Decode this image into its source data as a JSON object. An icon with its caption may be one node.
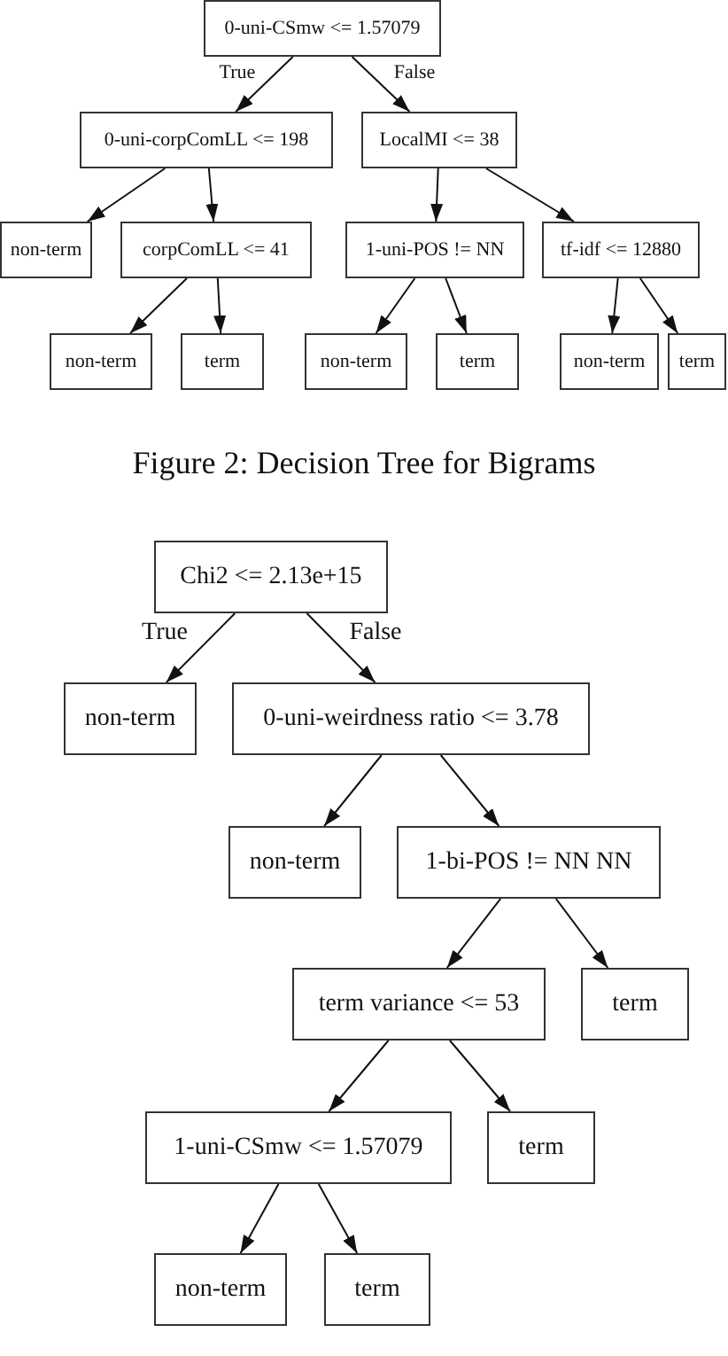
{
  "diagram": {
    "caption": "Figure 2: Decision Tree for Bigrams",
    "nodes": [
      {
        "text": [
          "0-uni-CSmw <= 1.57079"
        ]
      },
      {
        "text": [
          "0-uni-corpComLL <= 198"
        ]
      },
      {
        "text": [
          "LocalMI <= 38"
        ]
      },
      {
        "text": [
          "non-term"
        ]
      },
      {
        "text": [
          "corpComLL <= 41"
        ]
      },
      {
        "text": [
          "1-uni-POS != NN"
        ]
      },
      {
        "text": [
          "tf-idf <= 12880"
        ]
      },
      {
        "text": [
          "non-term"
        ]
      },
      {
        "text": [
          "term"
        ]
      },
      {
        "text": [
          "non-term"
        ]
      },
      {
        "text": [
          "term"
        ]
      },
      {
        "text": [
          "non-term"
        ]
      },
      {
        "text": [
          "term"
        ]
      },
      {
        "text": [
          "Chi2 <= 2.13e+15"
        ]
      },
      {
        "text": [
          "non-term"
        ]
      },
      {
        "text": [
          "0-uni-weirdness ratio <= 3.78"
        ]
      },
      {
        "text": [
          "non-term"
        ]
      },
      {
        "text": [
          "1-bi-POS != NN NN"
        ]
      },
      {
        "text": [
          "term variance <= 53"
        ]
      },
      {
        "text": [
          "term"
        ]
      },
      {
        "text": [
          "1-uni-CSmw <= 1.57079"
        ]
      },
      {
        "text": [
          "term"
        ]
      },
      {
        "text": [
          "non-term"
        ]
      },
      {
        "text": [
          "term"
        ]
      }
    ],
    "edges": [
      {
        "from": 0,
        "to": 1,
        "arrow": "to",
        "label": "True"
      },
      {
        "from": 0,
        "to": 2,
        "arrow": "to",
        "label": "False"
      },
      {
        "from": 1,
        "to": 3,
        "arrow": "to"
      },
      {
        "from": 1,
        "to": 4,
        "arrow": "to"
      },
      {
        "from": 2,
        "to": 5,
        "arrow": "to"
      },
      {
        "from": 2,
        "to": 6,
        "arrow": "to"
      },
      {
        "from": 4,
        "to": 7,
        "arrow": "to"
      },
      {
        "from": 4,
        "to": 8,
        "arrow": "to"
      },
      {
        "from": 5,
        "to": 9,
        "arrow": "to"
      },
      {
        "from": 5,
        "to": 10,
        "arrow": "to"
      },
      {
        "from": 6,
        "to": 11,
        "arrow": "to"
      },
      {
        "from": 6,
        "to": 12,
        "arrow": "to"
      },
      {
        "from": 13,
        "to": 14,
        "arrow": "to",
        "label": "True"
      },
      {
        "from": 13,
        "to": 15,
        "arrow": "to",
        "label": "False"
      },
      {
        "from": 15,
        "to": 16,
        "arrow": "to"
      },
      {
        "from": 15,
        "to": 17,
        "arrow": "to"
      },
      {
        "from": 17,
        "to": 18,
        "arrow": "to"
      },
      {
        "from": 17,
        "to": 19,
        "arrow": "to"
      },
      {
        "from": 18,
        "to": 20,
        "arrow": "to"
      },
      {
        "from": 18,
        "to": 21,
        "arrow": "to"
      },
      {
        "from": 20,
        "to": 22,
        "arrow": "to"
      },
      {
        "from": 20,
        "to": 23,
        "arrow": "to"
      }
    ]
  }
}
